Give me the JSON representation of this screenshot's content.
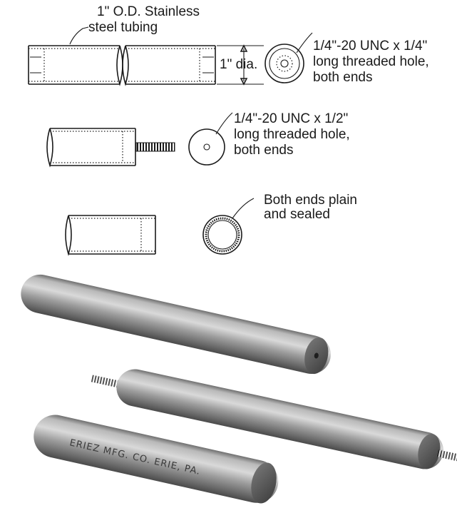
{
  "tubing_label": {
    "line1": "1\" O.D. Stainless",
    "line2": "steel tubing"
  },
  "dia_label": "1\" dia.",
  "option_a": {
    "line1": "1/4\"-20 UNC x 1/4\"",
    "line2": "long threaded hole,",
    "line3": "both ends"
  },
  "option_b": {
    "line1": "1/4\"-20 UNC x 1/2\"",
    "line2": "long threaded hole,",
    "line3": "both ends"
  },
  "option_c": {
    "line1": "Both ends plain",
    "line2": "and sealed"
  },
  "engraving": "ERIEZ MFG. CO. ERIE, PA."
}
